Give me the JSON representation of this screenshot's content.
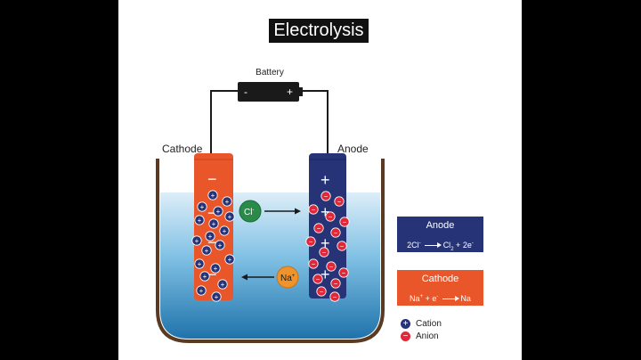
{
  "title": "Electrolysis",
  "labels": {
    "battery": "Battery",
    "battery_minus": "-",
    "battery_plus": "+",
    "cathode": "Cathode",
    "anode": "Anode"
  },
  "ions": {
    "chloride": {
      "symbol": "Cl",
      "charge": "-",
      "color": "#2a8a4a"
    },
    "sodium": {
      "symbol": "Na",
      "charge": "+",
      "color": "#f0932b"
    }
  },
  "anode_box": {
    "title": "Anode",
    "equation": {
      "left": "2Cl",
      "left_sup": "-",
      "product": "Cl",
      "product_sub": "2",
      "plus": "+",
      "electrons": "2e",
      "electrons_sup": "-"
    }
  },
  "cathode_box": {
    "title": "Cathode",
    "equation": {
      "left": "Na",
      "left_sup": "+",
      "plus": "+",
      "electron": "e",
      "electron_sup": "-",
      "product": "Na"
    }
  },
  "legend": {
    "cation": "Cation",
    "anion": "Anion"
  },
  "colors": {
    "cathode": "#e8562a",
    "anode": "#263477",
    "cation": "#263477",
    "anion": "#e0283a",
    "solution": "#5aaed8",
    "container": "#5a3a22"
  }
}
